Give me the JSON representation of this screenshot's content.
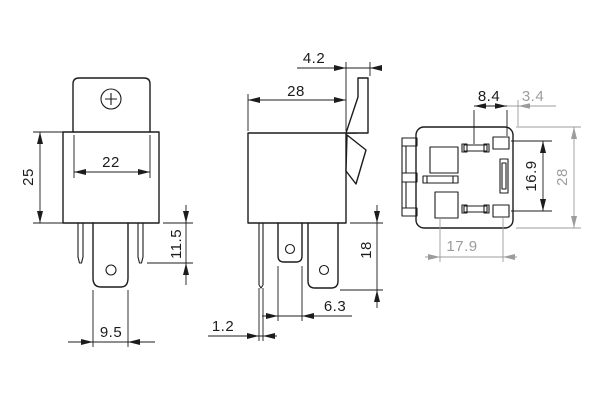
{
  "colors": {
    "ink": "#1c1c1c",
    "muted_dim": "#9c9c9c",
    "paper": "#ffffff"
  },
  "views": {
    "front": {
      "dims": {
        "tab_width": "22",
        "body_height": "25",
        "terminal_length": "11.5",
        "blade_width": "9.5"
      }
    },
    "side": {
      "dims": {
        "body_depth": "28",
        "tab_offset": "4.2",
        "terminal_length": "18",
        "blade_width": "6.3",
        "pin_thickness": "1.2"
      }
    },
    "bottom": {
      "dims": {
        "slot_offset_x": "8.4",
        "edge_offset": "3.4",
        "slot_span_y": "16.9",
        "body_depth": "28",
        "slot_span_x": "17.9"
      }
    }
  }
}
